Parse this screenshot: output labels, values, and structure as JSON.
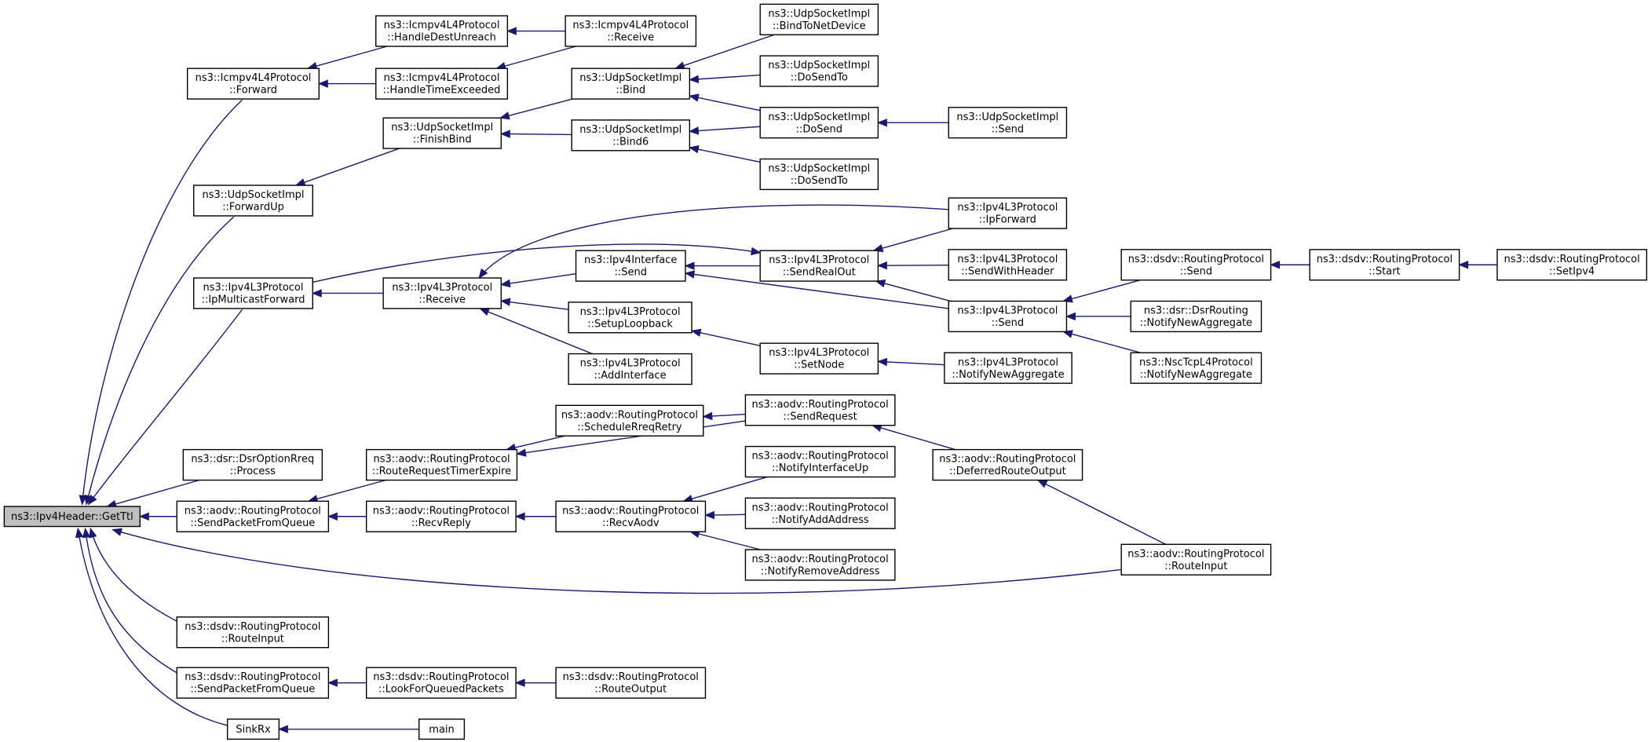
{
  "nodes": [
    {
      "id": "root",
      "lines": [
        "ns3::Ipv4Header::GetTtl"
      ],
      "root": true
    },
    {
      "id": "icmpForward",
      "lines": [
        "ns3::Icmpv4L4Protocol",
        "::Forward"
      ]
    },
    {
      "id": "icmpDestUnreach",
      "lines": [
        "ns3::Icmpv4L4Protocol",
        "::HandleDestUnreach"
      ]
    },
    {
      "id": "icmpTimeExceeded",
      "lines": [
        "ns3::Icmpv4L4Protocol",
        "::HandleTimeExceeded"
      ]
    },
    {
      "id": "icmpReceive",
      "lines": [
        "ns3::Icmpv4L4Protocol",
        "::Receive"
      ]
    },
    {
      "id": "udpForwardUp",
      "lines": [
        "ns3::UdpSocketImpl",
        "::ForwardUp"
      ]
    },
    {
      "id": "udpFinishBind",
      "lines": [
        "ns3::UdpSocketImpl",
        "::FinishBind"
      ]
    },
    {
      "id": "udpBind",
      "lines": [
        "ns3::UdpSocketImpl",
        "::Bind"
      ]
    },
    {
      "id": "udpBind6",
      "lines": [
        "ns3::UdpSocketImpl",
        "::Bind6"
      ]
    },
    {
      "id": "udpBindToNetDevice",
      "lines": [
        "ns3::UdpSocketImpl",
        "::BindToNetDevice"
      ]
    },
    {
      "id": "udpDoSendTo1",
      "lines": [
        "ns3::UdpSocketImpl",
        "::DoSendTo"
      ]
    },
    {
      "id": "udpDoSend",
      "lines": [
        "ns3::UdpSocketImpl",
        "::DoSend"
      ]
    },
    {
      "id": "udpDoSendTo2",
      "lines": [
        "ns3::UdpSocketImpl",
        "::DoSendTo"
      ]
    },
    {
      "id": "udpSend",
      "lines": [
        "ns3::UdpSocketImpl",
        "::Send"
      ]
    },
    {
      "id": "ipMulticastForward",
      "lines": [
        "ns3::Ipv4L3Protocol",
        "::IpMulticastForward"
      ]
    },
    {
      "id": "ipReceive",
      "lines": [
        "ns3::Ipv4L3Protocol",
        "::Receive"
      ]
    },
    {
      "id": "ifSend",
      "lines": [
        "ns3::Ipv4Interface",
        "::Send"
      ]
    },
    {
      "id": "ipSetupLoopback",
      "lines": [
        "ns3::Ipv4L3Protocol",
        "::SetupLoopback"
      ]
    },
    {
      "id": "ipAddInterface",
      "lines": [
        "ns3::Ipv4L3Protocol",
        "::AddInterface"
      ]
    },
    {
      "id": "ipSendRealOut",
      "lines": [
        "ns3::Ipv4L3Protocol",
        "::SendRealOut"
      ]
    },
    {
      "id": "ipSetNode",
      "lines": [
        "ns3::Ipv4L3Protocol",
        "::SetNode"
      ]
    },
    {
      "id": "ipIpForward",
      "lines": [
        "ns3::Ipv4L3Protocol",
        "::IpForward"
      ]
    },
    {
      "id": "ipSendWithHeader",
      "lines": [
        "ns3::Ipv4L3Protocol",
        "::SendWithHeader"
      ]
    },
    {
      "id": "ipSend",
      "lines": [
        "ns3::Ipv4L3Protocol",
        "::Send"
      ]
    },
    {
      "id": "ipNotifyNewAggregate",
      "lines": [
        "ns3::Ipv4L3Protocol",
        "::NotifyNewAggregate"
      ]
    },
    {
      "id": "dsdvSend",
      "lines": [
        "ns3::dsdv::RoutingProtocol",
        "::Send"
      ]
    },
    {
      "id": "dsrNotifyNewAggregate",
      "lines": [
        "ns3::dsr::DsrRouting",
        "::NotifyNewAggregate"
      ]
    },
    {
      "id": "nscNotifyNewAggregate",
      "lines": [
        "ns3::NscTcpL4Protocol",
        "::NotifyNewAggregate"
      ]
    },
    {
      "id": "dsdvStart",
      "lines": [
        "ns3::dsdv::RoutingProtocol",
        "::Start"
      ]
    },
    {
      "id": "dsdvSetIpv4",
      "lines": [
        "ns3::dsdv::RoutingProtocol",
        "::SetIpv4"
      ]
    },
    {
      "id": "dsrProcess",
      "lines": [
        "ns3::dsr::DsrOptionRreq",
        "::Process"
      ]
    },
    {
      "id": "aodvRouteRequestTimerExpire",
      "lines": [
        "ns3::aodv::RoutingProtocol",
        "::RouteRequestTimerExpire"
      ]
    },
    {
      "id": "aodvScheduleRreqRetry",
      "lines": [
        "ns3::aodv::RoutingProtocol",
        "::ScheduleRreqRetry"
      ]
    },
    {
      "id": "aodvSendRequest",
      "lines": [
        "ns3::aodv::RoutingProtocol",
        "::SendRequest"
      ]
    },
    {
      "id": "aodvDeferredRouteOutput",
      "lines": [
        "ns3::aodv::RoutingProtocol",
        "::DeferredRouteOutput"
      ]
    },
    {
      "id": "aodvSendPacketFromQueue",
      "lines": [
        "ns3::aodv::RoutingProtocol",
        "::SendPacketFromQueue"
      ]
    },
    {
      "id": "aodvRecvReply",
      "lines": [
        "ns3::aodv::RoutingProtocol",
        "::RecvReply"
      ]
    },
    {
      "id": "aodvRecvAodv",
      "lines": [
        "ns3::aodv::RoutingProtocol",
        "::RecvAodv"
      ]
    },
    {
      "id": "aodvNotifyInterfaceUp",
      "lines": [
        "ns3::aodv::RoutingProtocol",
        "::NotifyInterfaceUp"
      ]
    },
    {
      "id": "aodvNotifyAddAddress",
      "lines": [
        "ns3::aodv::RoutingProtocol",
        "::NotifyAddAddress"
      ]
    },
    {
      "id": "aodvNotifyRemoveAddress",
      "lines": [
        "ns3::aodv::RoutingProtocol",
        "::NotifyRemoveAddress"
      ]
    },
    {
      "id": "aodvRouteInput",
      "lines": [
        "ns3::aodv::RoutingProtocol",
        "::RouteInput"
      ]
    },
    {
      "id": "dsdvRouteInput",
      "lines": [
        "ns3::dsdv::RoutingProtocol",
        "::RouteInput"
      ]
    },
    {
      "id": "dsdvSendPacketFromQueue",
      "lines": [
        "ns3::dsdv::RoutingProtocol",
        "::SendPacketFromQueue"
      ]
    },
    {
      "id": "dsdvLookForQueuedPackets",
      "lines": [
        "ns3::dsdv::RoutingProtocol",
        "::LookForQueuedPackets"
      ]
    },
    {
      "id": "dsdvRouteOutput",
      "lines": [
        "ns3::dsdv::RoutingProtocol",
        "::RouteOutput"
      ]
    },
    {
      "id": "sinkRx",
      "lines": [
        "SinkRx"
      ]
    },
    {
      "id": "main",
      "lines": [
        "main"
      ]
    }
  ],
  "edges": [
    {
      "from": "icmpForward",
      "to": "root"
    },
    {
      "from": "icmpDestUnreach",
      "to": "icmpForward"
    },
    {
      "from": "icmpTimeExceeded",
      "to": "icmpForward"
    },
    {
      "from": "icmpReceive",
      "to": "icmpDestUnreach"
    },
    {
      "from": "icmpReceive",
      "to": "icmpTimeExceeded"
    },
    {
      "from": "udpForwardUp",
      "to": "root"
    },
    {
      "from": "udpFinishBind",
      "to": "udpForwardUp"
    },
    {
      "from": "udpBind",
      "to": "udpFinishBind"
    },
    {
      "from": "udpBind6",
      "to": "udpFinishBind"
    },
    {
      "from": "udpBindToNetDevice",
      "to": "udpBind"
    },
    {
      "from": "udpDoSendTo1",
      "to": "udpBind"
    },
    {
      "from": "udpDoSend",
      "to": "udpBind"
    },
    {
      "from": "udpDoSend",
      "to": "udpBind6"
    },
    {
      "from": "udpDoSendTo2",
      "to": "udpBind6"
    },
    {
      "from": "udpSend",
      "to": "udpDoSend"
    },
    {
      "from": "ipMulticastForward",
      "to": "root"
    },
    {
      "from": "ipReceive",
      "to": "ipMulticastForward"
    },
    {
      "from": "ifSend",
      "to": "ipReceive"
    },
    {
      "from": "ipSetupLoopback",
      "to": "ipReceive"
    },
    {
      "from": "ipAddInterface",
      "to": "ipReceive"
    },
    {
      "from": "ipSendRealOut",
      "to": "ifSend"
    },
    {
      "from": "ipSend",
      "to": "ifSend"
    },
    {
      "from": "ipSendRealOut",
      "to": "ipMulticastForward"
    },
    {
      "from": "ipIpForward",
      "to": "ipReceive"
    },
    {
      "from": "ipSetNode",
      "to": "ipSetupLoopback"
    },
    {
      "from": "ipIpForward",
      "to": "ipSendRealOut"
    },
    {
      "from": "ipSendWithHeader",
      "to": "ipSendRealOut"
    },
    {
      "from": "ipSend",
      "to": "ipSendRealOut"
    },
    {
      "from": "ipNotifyNewAggregate",
      "to": "ipSetNode"
    },
    {
      "from": "dsdvSend",
      "to": "ipSend"
    },
    {
      "from": "dsrNotifyNewAggregate",
      "to": "ipSend"
    },
    {
      "from": "nscNotifyNewAggregate",
      "to": "ipSend"
    },
    {
      "from": "dsdvStart",
      "to": "dsdvSend"
    },
    {
      "from": "dsdvSetIpv4",
      "to": "dsdvStart"
    },
    {
      "from": "dsrProcess",
      "to": "root"
    },
    {
      "from": "aodvSendPacketFromQueue",
      "to": "root"
    },
    {
      "from": "aodvRouteRequestTimerExpire",
      "to": "aodvSendPacketFromQueue"
    },
    {
      "from": "aodvScheduleRreqRetry",
      "to": "aodvRouteRequestTimerExpire"
    },
    {
      "from": "aodvSendRequest",
      "to": "aodvRouteRequestTimerExpire"
    },
    {
      "from": "aodvSendRequest",
      "to": "aodvScheduleRreqRetry"
    },
    {
      "from": "aodvDeferredRouteOutput",
      "to": "aodvSendRequest"
    },
    {
      "from": "aodvRecvReply",
      "to": "aodvSendPacketFromQueue"
    },
    {
      "from": "aodvRecvAodv",
      "to": "aodvRecvReply"
    },
    {
      "from": "aodvNotifyInterfaceUp",
      "to": "aodvRecvAodv"
    },
    {
      "from": "aodvNotifyAddAddress",
      "to": "aodvRecvAodv"
    },
    {
      "from": "aodvNotifyRemoveAddress",
      "to": "aodvRecvAodv"
    },
    {
      "from": "aodvRouteInput",
      "to": "aodvDeferredRouteOutput"
    },
    {
      "from": "aodvRouteInput",
      "to": "root"
    },
    {
      "from": "dsdvRouteInput",
      "to": "root"
    },
    {
      "from": "dsdvSendPacketFromQueue",
      "to": "root"
    },
    {
      "from": "dsdvLookForQueuedPackets",
      "to": "dsdvSendPacketFromQueue"
    },
    {
      "from": "dsdvRouteOutput",
      "to": "dsdvLookForQueuedPackets"
    },
    {
      "from": "sinkRx",
      "to": "root"
    },
    {
      "from": "main",
      "to": "sinkRx"
    }
  ],
  "colors": {
    "edge": "#191970",
    "root_fill": "#bfbfbf",
    "node_fill": "#ffffff",
    "node_border": "#000000"
  }
}
